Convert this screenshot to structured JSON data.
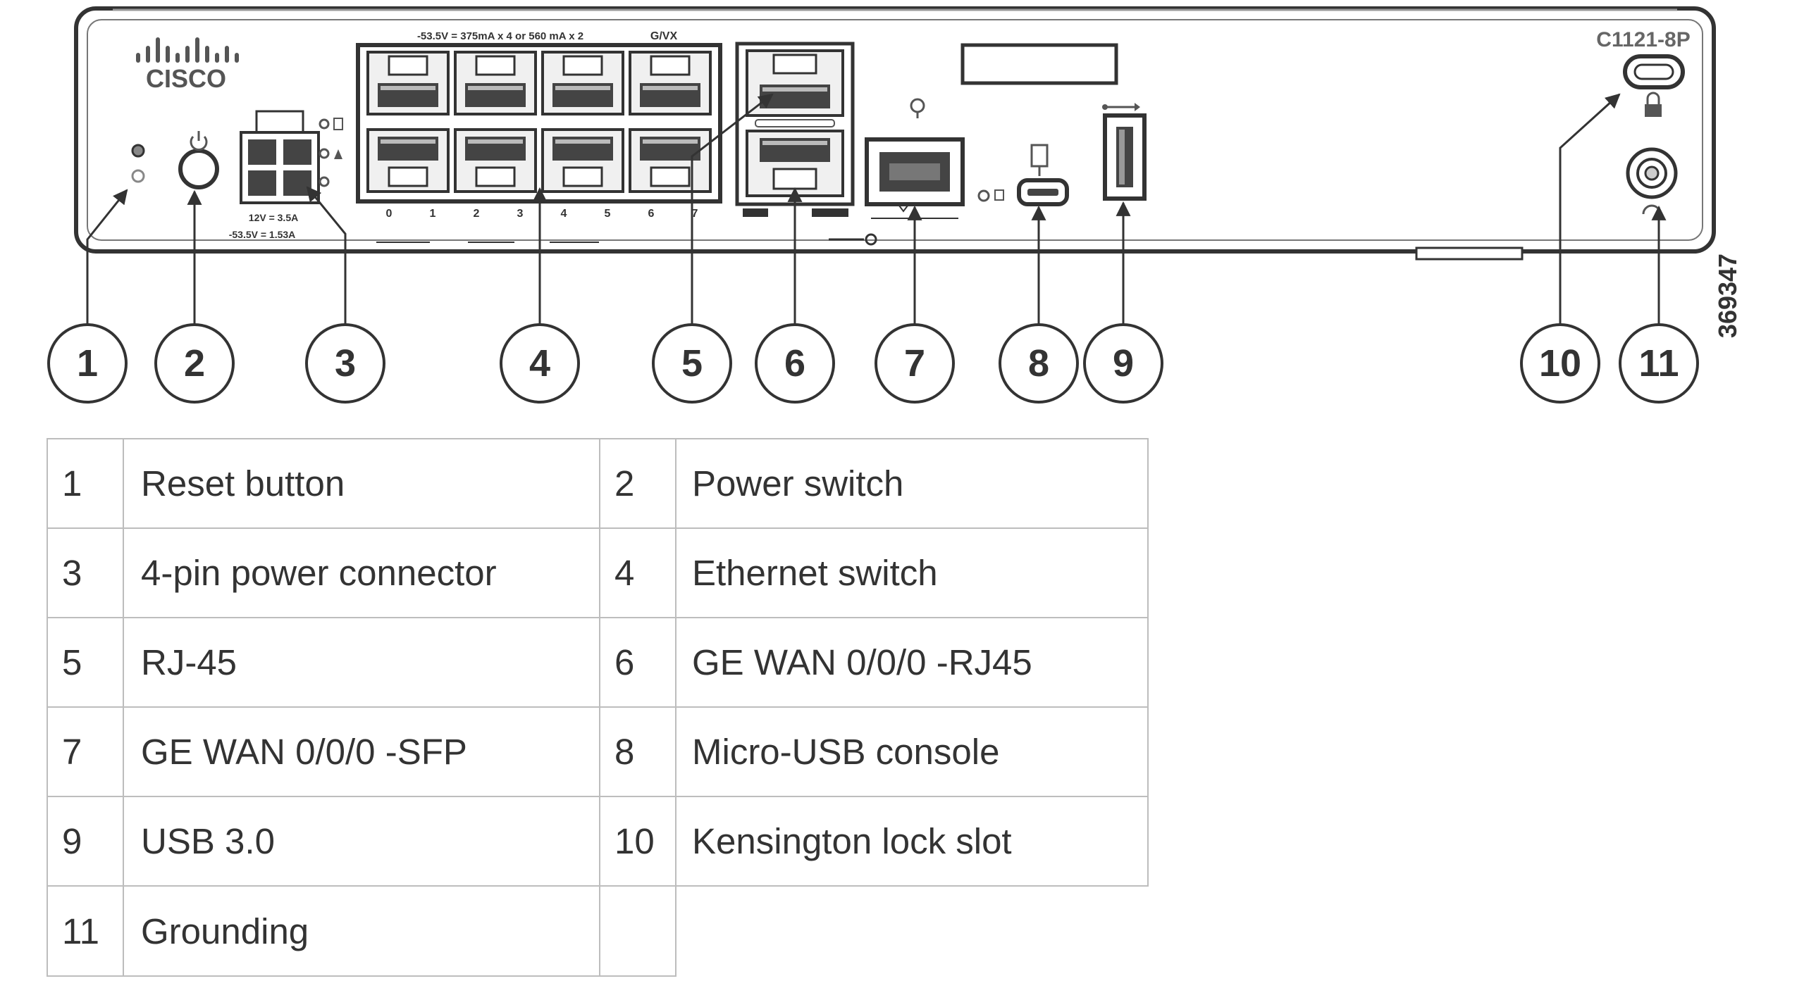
{
  "device": {
    "model": "C1121-8P",
    "brand": "CISCO",
    "poe_label": "-53.5V = 375mA x 4 or 560 mA x 2",
    "port_group_label": "G/VX",
    "power_rating_1": "12V = 3.5A",
    "power_rating_2": "-53.5V = 1.53A",
    "port_numbers": [
      "0",
      "1",
      "2",
      "3",
      "4",
      "5",
      "6",
      "7"
    ]
  },
  "callouts": [
    "1",
    "2",
    "3",
    "4",
    "5",
    "6",
    "7",
    "8",
    "9",
    "10",
    "11"
  ],
  "figure_id": "369347",
  "legend": {
    "rows": [
      {
        "n1": "1",
        "l1": "Reset button",
        "n2": "2",
        "l2": "Power switch"
      },
      {
        "n1": "3",
        "l1": "4-pin power connector",
        "n2": "4",
        "l2": "Ethernet switch"
      },
      {
        "n1": "5",
        "l1": "RJ-45",
        "n2": "6",
        "l2": "GE WAN 0/0/0 -RJ45"
      },
      {
        "n1": "7",
        "l1": "GE WAN 0/0/0 -SFP",
        "n2": "8",
        "l2": "Micro-USB console"
      },
      {
        "n1": "9",
        "l1": "USB 3.0",
        "n2": "10",
        "l2": "Kensington lock slot"
      },
      {
        "n1": "11",
        "l1": "Grounding",
        "n2": "",
        "l2": ""
      }
    ]
  },
  "colors": {
    "line": "#333333",
    "chassis_fill": "#ffffff",
    "port_fill": "#f0f0f0",
    "grid": "#bdbdbd"
  }
}
